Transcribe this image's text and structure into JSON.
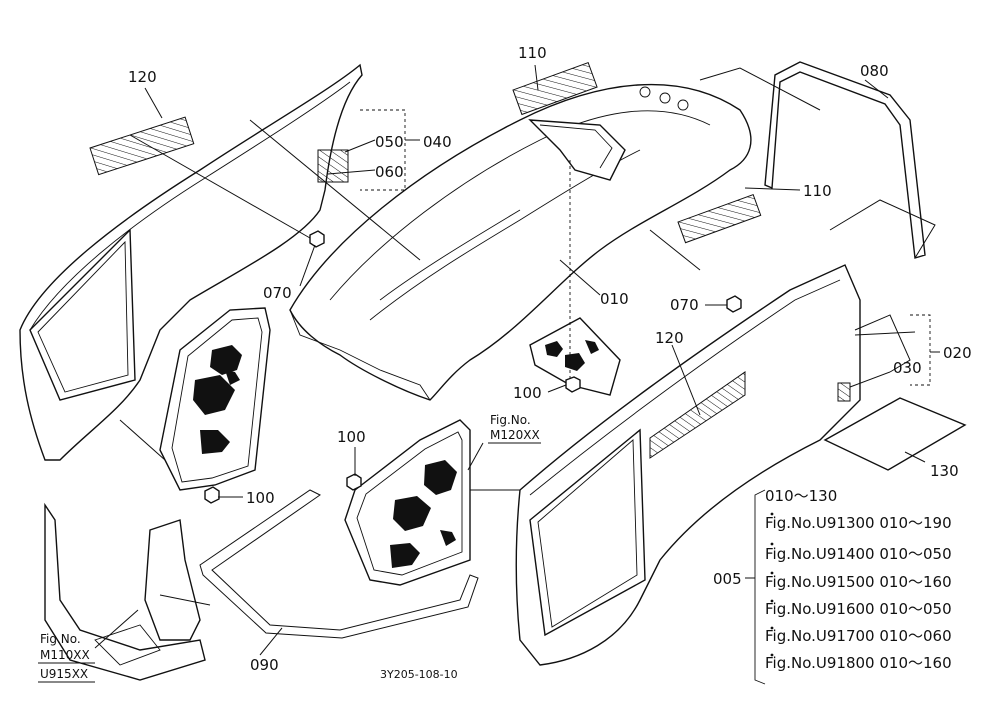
{
  "callouts": {
    "c120_top": "120",
    "c110_top": "110",
    "c080": "080",
    "c050": "050",
    "c040": "040",
    "c060": "060",
    "c110_right": "110",
    "c070_left": "070",
    "c010": "010",
    "c070_mid": "070",
    "c120_mid": "120",
    "c020": "020",
    "c030": "030",
    "c100_center": "100",
    "c100_left": "100",
    "c100_lower": "100",
    "c130": "130",
    "c090": "090",
    "c005": "005"
  },
  "fig_refs": {
    "m120": {
      "line1": "Fig.No.",
      "line2": "M120XX"
    },
    "m110": {
      "line1": "Fig.No.",
      "line2": "M110XX",
      "line3": "U915XX"
    }
  },
  "part_list": [
    "010～130",
    "Fig.No.U91300  010～190",
    "Fig.No.U91400  010～050",
    "Fig.No.U91500  010～160",
    "Fig.No.U91600  010～050",
    "Fig.No.U91700  010～060",
    "Fig.No.U91800  010～160"
  ],
  "drawing_code": "3Y205-108-10"
}
